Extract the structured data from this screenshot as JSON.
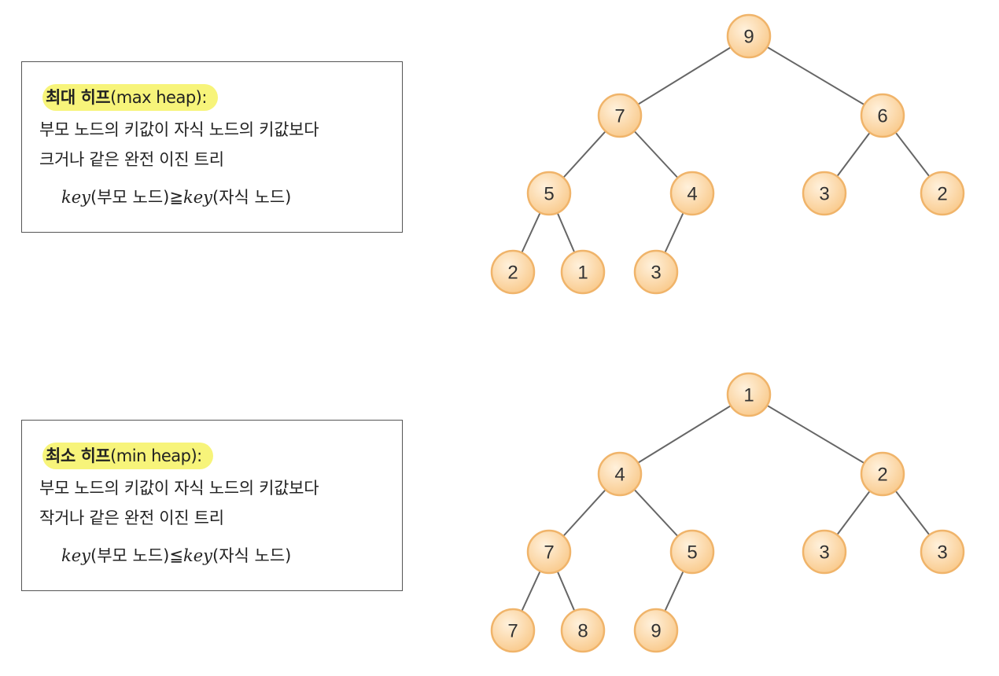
{
  "max_heap": {
    "title_ko": "최대 히프",
    "title_en": "(max heap):",
    "line1": "부모 노드의 키값이 자식 노드의 키값보다",
    "line2": "크거나 같은 완전 이진 트리",
    "formula": {
      "kw1": "key",
      "paren1": "(부모 노드)",
      "op": "≧",
      "kw2": "key",
      "paren2": "(자식 노드)"
    },
    "tree": {
      "nodes": [
        "9",
        "7",
        "6",
        "5",
        "4",
        "3",
        "2",
        "2",
        "1",
        "3"
      ],
      "edges": [
        [
          0,
          1
        ],
        [
          0,
          2
        ],
        [
          1,
          3
        ],
        [
          1,
          4
        ],
        [
          2,
          5
        ],
        [
          2,
          6
        ],
        [
          3,
          7
        ],
        [
          3,
          8
        ],
        [
          4,
          9
        ]
      ]
    }
  },
  "min_heap": {
    "title_ko": "최소 히프",
    "title_en": "(min heap):",
    "line1": "부모 노드의 키값이 자식 노드의 키값보다",
    "line2": "작거나 같은 완전 이진 트리",
    "formula": {
      "kw1": "key",
      "paren1": "(부모 노드)",
      "op": "≦",
      "kw2": "key",
      "paren2": "(자식 노드)"
    },
    "tree": {
      "nodes": [
        "1",
        "4",
        "2",
        "7",
        "5",
        "3",
        "3",
        "7",
        "8",
        "9"
      ],
      "edges": [
        [
          0,
          1
        ],
        [
          0,
          2
        ],
        [
          1,
          3
        ],
        [
          1,
          4
        ],
        [
          2,
          5
        ],
        [
          2,
          6
        ],
        [
          3,
          7
        ],
        [
          3,
          8
        ],
        [
          4,
          9
        ]
      ]
    }
  },
  "colors": {
    "node_fill_light": "#fff1dc",
    "node_fill_dark": "#f9c98a",
    "node_stroke": "#f0b46a",
    "highlight": "#f7f47a"
  }
}
